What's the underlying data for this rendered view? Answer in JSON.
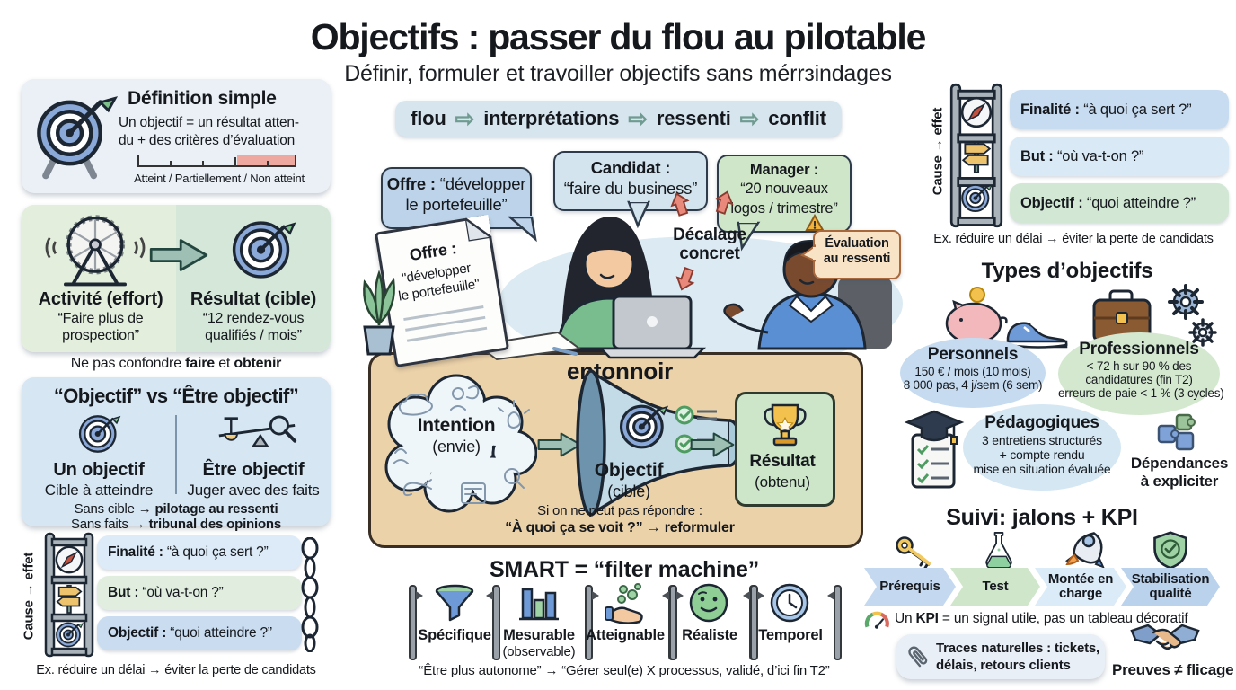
{
  "header": {
    "title": "Objectifs : passer du flou au pilotable",
    "subtitle": "Définir, formuler et travoiller objectifs sans mérrзindages"
  },
  "flow": {
    "items": [
      "flou",
      "interprétations",
      "ressenti",
      "conflit"
    ],
    "arrow": "⇨"
  },
  "colors": {
    "accent_teal_arrow": "#9dbfb4",
    "alert_red_arrow": "#e8897b",
    "desk_tan": "#ecd2a9",
    "panel_blue": "#eaf0f6",
    "panel_green": "#dcead9",
    "bubble_blue": "#bcd3e9",
    "bubble_green": "#cfe6c8",
    "bubble_orange": "#f8e3c6",
    "result_green": "#cde5c9",
    "scale_fail_pink": "#efa8a0"
  },
  "left": {
    "definition": {
      "icon": "target-icon",
      "title": "Définition simple",
      "line1": "Un objectif = un résultat atten-",
      "line2": "du + des critères d’évaluation",
      "scale_caption": "Atteint / Partiellement / Non atteint"
    },
    "effort": {
      "icons": [
        "hamster-wheel-icon",
        "arrow-right-icon",
        "target-icon"
      ],
      "left_title": "Activité (effort)",
      "left_quote_l1": "“Faire plus de",
      "left_quote_l2": "prospection”",
      "right_title": "Résultat (cible)",
      "right_quote_l1": "“12 rendez-vous",
      "right_quote_l2": "qualifiés / mois”",
      "note_pre": "Ne pas confondre ",
      "note_b1": "faire",
      "note_mid": " et ",
      "note_b2": "obtenir"
    },
    "versus": {
      "title": "“Objectif” vs “Être objectif”",
      "icons": [
        "target-icon",
        "balance-magnifier-icon"
      ],
      "left_title": "Un objectif",
      "left_sub": "Cible à atteindre",
      "right_title": "Être objectif",
      "right_sub": "Juger avec des faits",
      "note1_pre": "Sans cible → ",
      "note1_b": "pilotage au ressenti",
      "note2_pre": "Sans faits → ",
      "note2_b": "tribunal des opinions"
    },
    "ladder": {
      "axis": "Cause → effet",
      "icons": [
        "compass-icon",
        "signpost-icon",
        "target-icon",
        "chain-icon"
      ],
      "rows": [
        {
          "label": "Finalité :",
          "quote": "“à quoi ça sert ?”"
        },
        {
          "label": "But :",
          "quote": "“où va-t-on ?”"
        },
        {
          "label": "Objectif :",
          "quote": "“quoi atteindre ?”"
        }
      ]
    },
    "example": "Ex. réduire un délai → éviter la perte de candidats"
  },
  "center": {
    "bubbles": {
      "offer": {
        "label": "Offre :",
        "l1": "“développer",
        "l2": "le portefeuille”"
      },
      "candidate": {
        "label": "Candidat :",
        "quote": "“faire du business”"
      },
      "manager": {
        "label": "Manager :",
        "l1": "“20 nouveaux",
        "l2": "logos / trimestre”"
      }
    },
    "gap": {
      "l1": "Décalage",
      "l2": "concret"
    },
    "evaluation": {
      "icon": "warning-icon",
      "l1": "Évaluation",
      "l2": "au ressenti"
    },
    "doc": {
      "icon": "document-icon",
      "label": "Offre :",
      "l1": "\"développer",
      "l2": "le portefeuille\""
    },
    "funnel": {
      "title": "entonnoir",
      "intention": "Intention",
      "intention_sub": "(envie)",
      "objectif": "Objectif",
      "objectif_sub": "(cible)",
      "result": "Résultat",
      "result_sub": "(obtenu)",
      "result_icon": "trophy-icon",
      "note1": "Si on ne peut pas répondre :",
      "note2": "“À quoi ça se voit ?” → reformuler"
    },
    "smart": {
      "title": "SMART = “filter machine”",
      "items": [
        {
          "label": "Spécifique",
          "icon": "funnel-icon"
        },
        {
          "label": "Mesurable",
          "sub": "(observable)",
          "icon": "bar-chart-icon"
        },
        {
          "label": "Atteignable",
          "icon": "hand-bubbles-icon"
        },
        {
          "label": "Réaliste",
          "icon": "smiley-icon"
        },
        {
          "label": "Temporel",
          "icon": "clock-icon"
        }
      ],
      "example": "“Être plus autonome” → “Gérer seul(e) X processus, validé, d’ici fin T2”"
    }
  },
  "right": {
    "ladder": {
      "axis": "Cause → effet",
      "icons": [
        "compass-icon",
        "signpost-icon",
        "target-icon"
      ],
      "rows": [
        {
          "label": "Finalité :",
          "quote": "“à quoi ça sert ?”"
        },
        {
          "label": "But :",
          "quote": "“où va-t-on ?”"
        },
        {
          "label": "Objectif :",
          "quote": "“quoi atteindre ?”"
        }
      ]
    },
    "example": "Ex. réduire un délai → éviter la perte de candidats",
    "types": {
      "title": "Types d’objectifs",
      "personnels": {
        "icons": [
          "piggy-bank-icon",
          "sneaker-icon"
        ],
        "title": "Personnels",
        "l1": "150 € / mois (10 mois)",
        "l2": "8 000 pas, 4 j/sem (6 sem)"
      },
      "professionnels": {
        "icons": [
          "briefcase-icon",
          "gears-icon"
        ],
        "title": "Professionnels",
        "l1": "< 72 h sur 90 % des",
        "l2": "candidatures (fin T2)",
        "l3": "erreurs de paie < 1 % (3 cycles)"
      },
      "pedagogiques": {
        "icons": [
          "gradcap-checklist-icon"
        ],
        "title": "Pédagogiques",
        "l1": "3 entretiens structurés",
        "l2": "+ compte rendu",
        "l3": "mise en situation évaluée"
      },
      "dependances": {
        "icons": [
          "puzzle-icon"
        ],
        "l1": "Dépendances",
        "l2": "à expliciter"
      }
    },
    "suivi": {
      "title": "Suivi: jalons + KPI",
      "steps": [
        {
          "label": "Prérequis",
          "icon": "key-icon"
        },
        {
          "label": "Test",
          "icon": "flask-icon"
        },
        {
          "label": "Montée en charge",
          "icon": "rocket-icon"
        },
        {
          "label": "Stabilisation qualité",
          "icon": "shield-check-icon"
        }
      ],
      "kpi_icon": "gauge-icon",
      "kpi_pre": "Un ",
      "kpi_b": "KPI",
      "kpi_rest": " = un signal utile, pas un tableau décoratif",
      "traces_icon": "paperclip-icon",
      "traces_l1": "Traces naturelles : tickets,",
      "traces_l2": "délais, retours clients",
      "preuves_icon": "handshake-icon",
      "preuves": "Preuves ≠ flicage"
    }
  }
}
